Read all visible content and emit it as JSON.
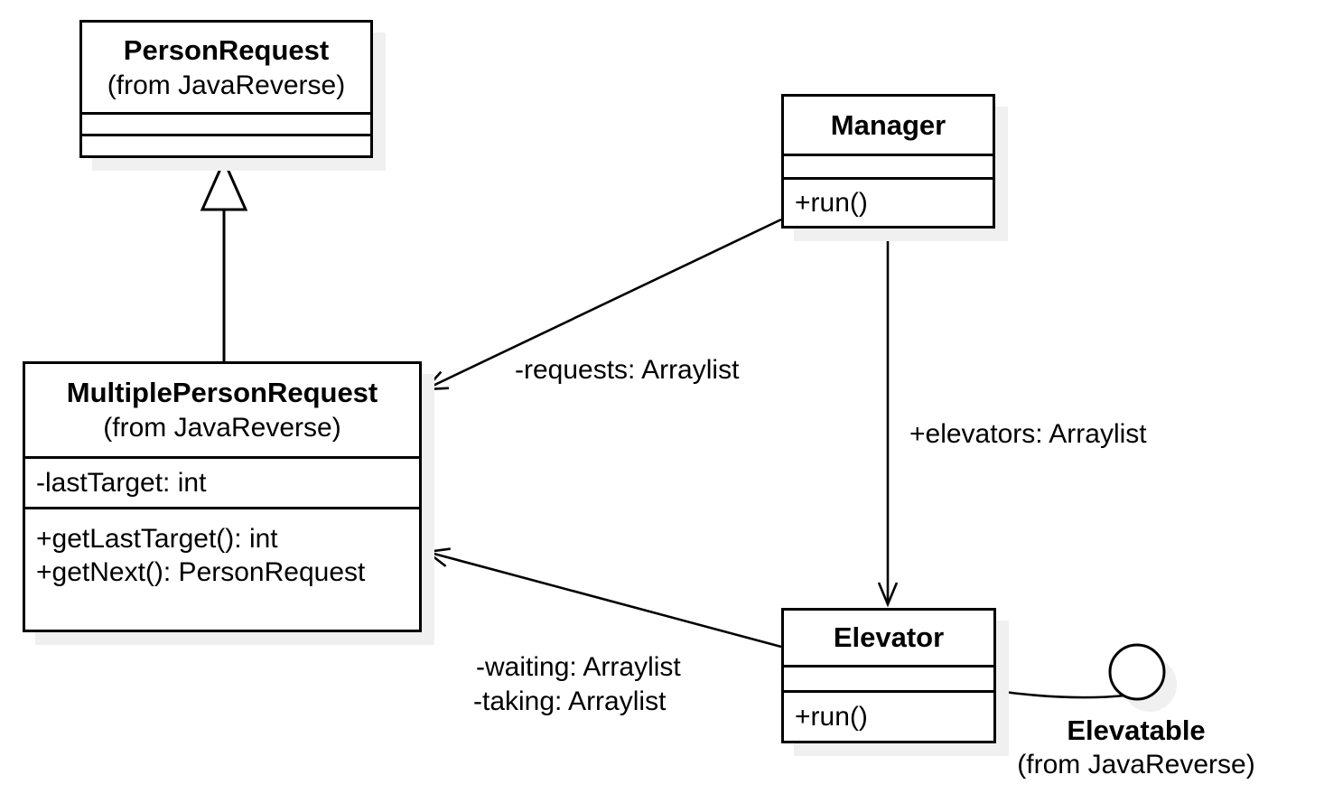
{
  "diagram_type": "uml-class-diagram",
  "colors": {
    "line": "#000000",
    "fill": "#ffffff",
    "shadow": "#f0f0f0"
  },
  "classes": {
    "person_request": {
      "name": "PersonRequest",
      "package": "(from JavaReverse)",
      "attributes": [],
      "operations": []
    },
    "multiple_person_request": {
      "name": "MultiplePersonRequest",
      "package": "(from JavaReverse)",
      "attributes": [
        "-lastTarget: int"
      ],
      "operations": [
        "+getLastTarget(): int",
        "+getNext(): PersonRequest"
      ]
    },
    "manager": {
      "name": "Manager",
      "attributes": [],
      "operations": [
        "+run()"
      ]
    },
    "elevator": {
      "name": "Elevator",
      "attributes": [],
      "operations": [
        "+run()"
      ]
    }
  },
  "interfaces": {
    "elevatable": {
      "name": "Elevatable",
      "package": "(from JavaReverse)"
    }
  },
  "relationships": {
    "generalization": {
      "type": "generalization",
      "from": "MultiplePersonRequest",
      "to": "PersonRequest"
    },
    "manager_requests": {
      "type": "directed-association",
      "from": "Manager",
      "to": "MultiplePersonRequest",
      "label": "-requests: Arraylist"
    },
    "manager_elevators": {
      "type": "directed-association",
      "from": "Manager",
      "to": "Elevator",
      "label": "+elevators: Arraylist"
    },
    "elevator_queues": {
      "type": "directed-association",
      "from": "Elevator",
      "to": "MultiplePersonRequest",
      "labels": [
        "-waiting: Arraylist",
        "-taking: Arraylist"
      ]
    },
    "elevator_realization": {
      "type": "lollipop-interface",
      "from": "Elevator",
      "to": "Elevatable"
    }
  }
}
